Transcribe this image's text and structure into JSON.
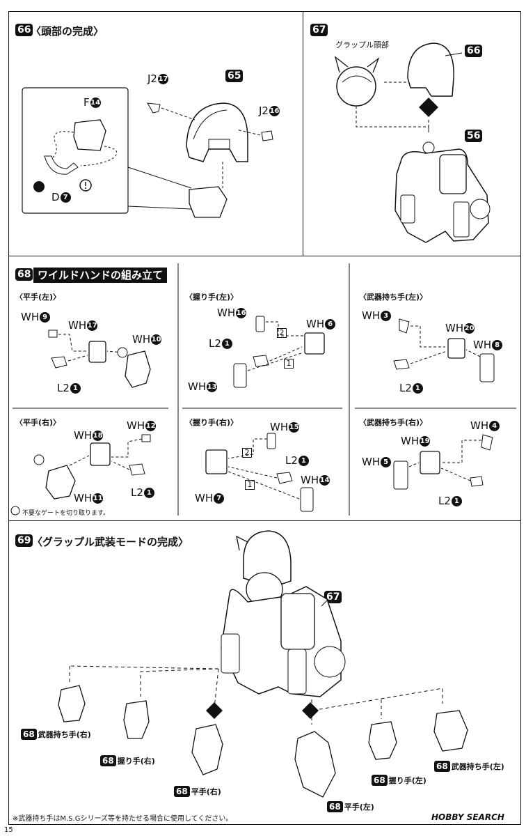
{
  "s66": {
    "num": "66",
    "title": "〈頭部の完成〉",
    "j2a": "J2",
    "j2a_n": "17",
    "main": "65",
    "j2b": "J2",
    "j2b_n": "16",
    "f": "F",
    "f_n": "14",
    "d": "D",
    "d_n": "7"
  },
  "s67": {
    "num": "67",
    "label": "グラップル頭部",
    "tag66": "66",
    "tag56": "56"
  },
  "s68": {
    "num": "68",
    "title": "ワイルドハンドの組み立て",
    "p1": {
      "sub": "〈平手(左)〉",
      "a": "WH",
      "a_n": "9",
      "b": "WH",
      "b_n": "17",
      "c": "WH",
      "c_n": "10",
      "d": "L2",
      "d_n": "1"
    },
    "p2": {
      "sub": "〈握り手(左)〉",
      "a": "WH",
      "a_n": "16",
      "b": "WH",
      "b_n": "6",
      "c": "L2",
      "c_n": "1",
      "d": "WH",
      "d_n": "13",
      "s1": "1",
      "s2": "2"
    },
    "p3": {
      "sub": "〈武器持ち手(左)〉",
      "a": "WH",
      "a_n": "3",
      "b": "WH",
      "b_n": "20",
      "c": "WH",
      "c_n": "8",
      "d": "L2",
      "d_n": "1"
    },
    "p4": {
      "sub": "〈平手(右)〉",
      "a": "WH",
      "a_n": "18",
      "b": "WH",
      "b_n": "12",
      "c": "WH",
      "c_n": "11",
      "d": "L2",
      "d_n": "1"
    },
    "p5": {
      "sub": "〈握り手(右)〉",
      "a": "WH",
      "a_n": "15",
      "b": "L2",
      "b_n": "1",
      "c": "WH",
      "c_n": "14",
      "d": "WH",
      "d_n": "7",
      "s1": "1",
      "s2": "2"
    },
    "p6": {
      "sub": "〈武器持ち手(右)〉",
      "a": "WH",
      "a_n": "4",
      "b": "WH",
      "b_n": "19",
      "c": "WH",
      "c_n": "5",
      "d": "L2",
      "d_n": "1"
    },
    "gate": "不要なゲートを切り取ります。"
  },
  "s69": {
    "num": "69",
    "title": "〈グラップル武装モードの完成〉",
    "tag67": "67",
    "h1": "68",
    "h1t": "武器持ち手(右)",
    "h2": "68",
    "h2t": "握り手(右)",
    "h3": "68",
    "h3t": "平手(右)",
    "h4": "68",
    "h4t": "平手(左)",
    "h5": "68",
    "h5t": "握り手(左)",
    "h6": "68",
    "h6t": "武器持ち手(左)"
  },
  "footer": {
    "note": "※武器持ち手はM.S.Gシリーズ等を持たせる場合に使用してください。",
    "page": "15",
    "logo": "HOBBY SEARCH"
  }
}
